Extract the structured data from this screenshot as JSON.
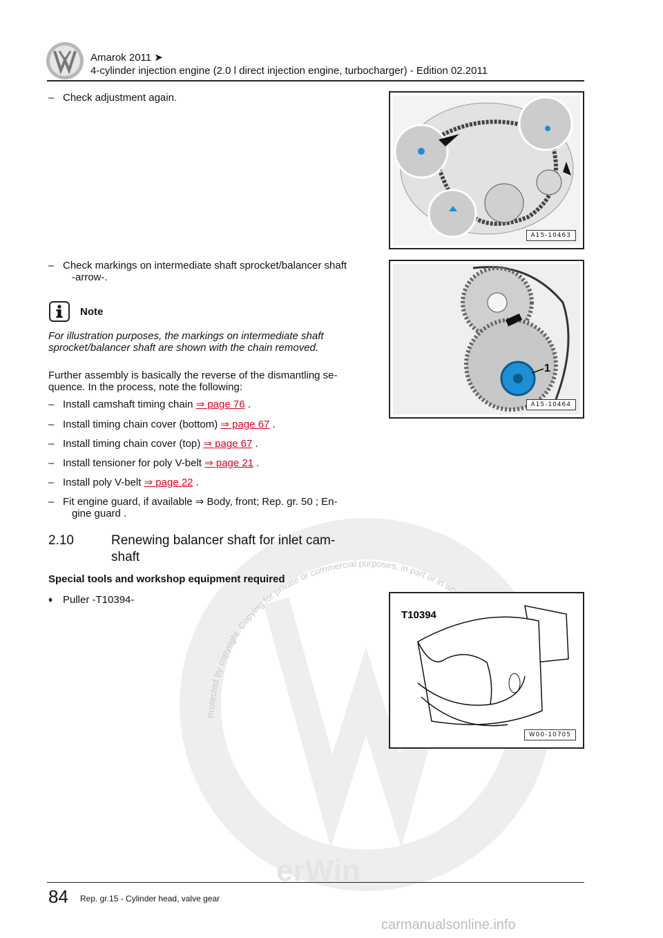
{
  "header": {
    "line1": "Amarok 2011 ➤",
    "line2": "4-cylinder injection engine (2.0 l direct injection engine, turbocharger) - Edition 02.2011"
  },
  "step1": {
    "dash": "–",
    "text": "Check adjustment again."
  },
  "step2": {
    "dash": "–",
    "text_line1": "Check markings on intermediate shaft sprocket/balancer shaft",
    "text_line2": "-arrow-."
  },
  "note": {
    "title": "Note",
    "line1": "For illustration purposes, the markings on intermediate shaft",
    "line2": "sprocket/balancer shaft are shown with the chain removed."
  },
  "para": {
    "line1": "Further assembly is basically the reverse of the dismantling se-",
    "line2": "quence. In the process, note the following:"
  },
  "steps": [
    {
      "dash": "–",
      "text": "Install camshaft timing chain ",
      "link": "⇒ page 76",
      "tail": " ."
    },
    {
      "dash": "–",
      "text": "Install timing chain cover (bottom) ",
      "link": "⇒ page 67",
      "tail": " ."
    },
    {
      "dash": "–",
      "text": "Install timing chain cover (top) ",
      "link": "⇒ page 67",
      "tail": " ."
    },
    {
      "dash": "–",
      "text": "Install tensioner for poly V-belt ",
      "link": "⇒ page 21",
      "tail": " ."
    },
    {
      "dash": "–",
      "text": "Install poly V-belt ",
      "link": "⇒ page 22",
      "tail": " ."
    }
  ],
  "step_guard": {
    "dash": "–",
    "line1": "Fit engine guard, if available ⇒  Body, front; Rep. gr.  50 ; En-",
    "line2": "gine guard ."
  },
  "section": {
    "number": "2.10",
    "title_line1": "Renewing balancer shaft for inlet cam-",
    "title_line2": "shaft"
  },
  "tools_heading": "Special tools and workshop equipment required",
  "tools": [
    {
      "bullet": "♦",
      "text": "Puller -T10394-"
    }
  ],
  "figures": {
    "fig1_label": "A15-10463",
    "fig2_label": "A15-10464",
    "fig2_callout": "1",
    "fig3_label": "W00-10705",
    "fig3_tool": "T10394"
  },
  "watermark_text": "Protected by copyright. Copying for private or commercial purposes, in part or in whole, is not permitted unless authorised by Volkswagen AG. Volkswagen AG does not guarantee or accept any liability with respect to the correctness of information in this document. Copyright by Volkswagen AG.",
  "watermark_brand": "erWin",
  "footer": {
    "page": "84",
    "text": "Rep. gr.15 - Cylinder head, valve gear"
  },
  "site": "carmanualsonline.info",
  "colors": {
    "link": "#e0001b",
    "accent_blue": "#1c8fd6"
  }
}
